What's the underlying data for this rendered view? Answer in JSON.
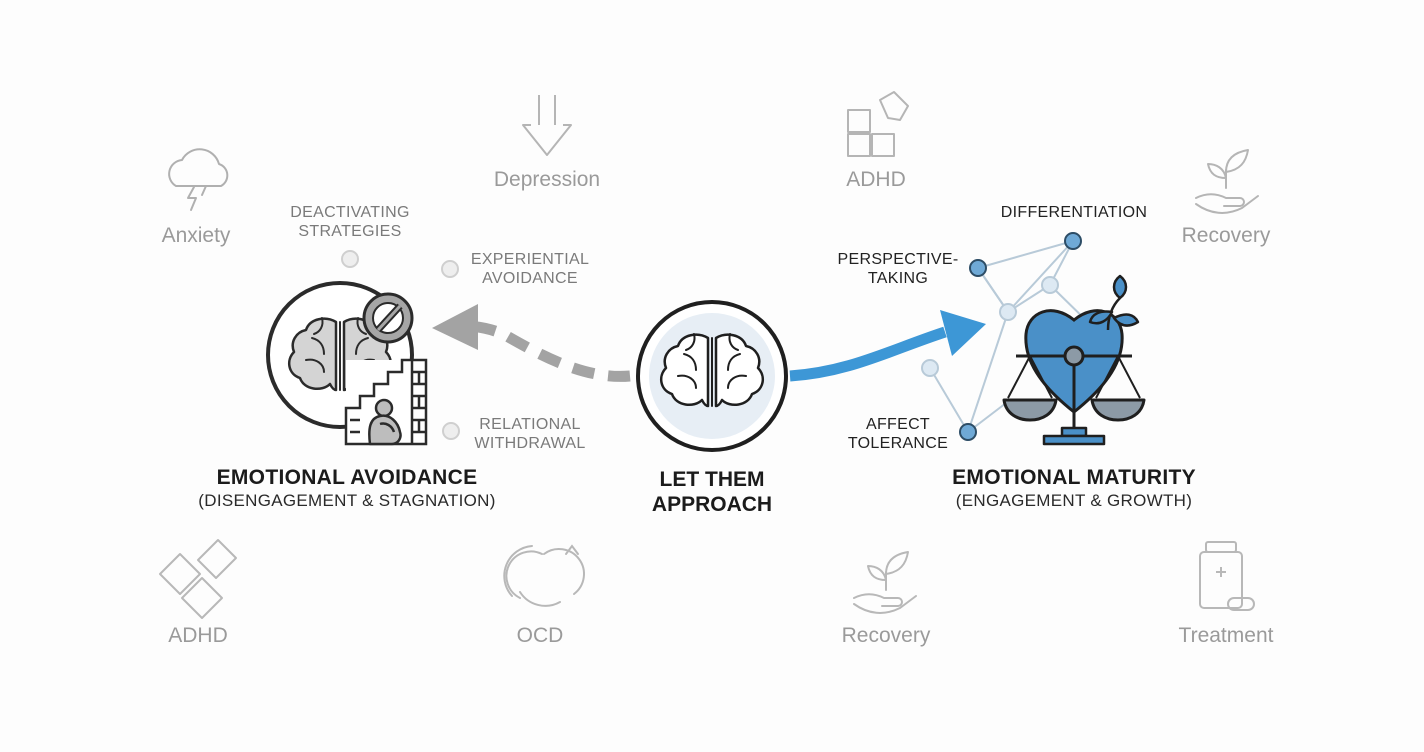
{
  "background_terms": [
    {
      "id": "anxiety",
      "label": "Anxiety",
      "icon": "storm-cloud-icon"
    },
    {
      "id": "depression",
      "label": "Depression",
      "icon": "down-arrow-icon"
    },
    {
      "id": "adhd_top",
      "label": "ADHD",
      "icon": "puzzle-icon"
    },
    {
      "id": "recovery_top",
      "label": "Recovery",
      "icon": "sprout-hand-icon"
    },
    {
      "id": "adhd_bottom",
      "label": "ADHD",
      "icon": "puzzle-icon"
    },
    {
      "id": "ocd",
      "label": "OCD",
      "icon": "loop-arrows-icon"
    },
    {
      "id": "recovery_bottom",
      "label": "Recovery",
      "icon": "sprout-hand-icon"
    },
    {
      "id": "treatment",
      "label": "Treatment",
      "icon": "pill-bottle-icon"
    }
  ],
  "avoidance": {
    "title": "EMOTIONAL AVOIDANCE",
    "subtitle": "(DISENGAGEMENT & STAGNATION)",
    "strategies": [
      {
        "line1": "DEACTIVATING",
        "line2": "STRATEGIES"
      },
      {
        "line1": "EXPERIENTIAL",
        "line2": "AVOIDANCE"
      },
      {
        "line1": "RELATIONAL",
        "line2": "WITHDRAWAL"
      }
    ],
    "icons": [
      "brain-icon",
      "prohibited-icon",
      "withdrawn-person-icon"
    ]
  },
  "center": {
    "line1": "LET THEM",
    "line2": "APPROACH",
    "icon": "brain-icon"
  },
  "maturity": {
    "title": "EMOTIONAL MATURITY",
    "subtitle": "(ENGAGEMENT & GROWTH)",
    "skills": [
      {
        "line1": "DIFFERENTIATION",
        "line2": ""
      },
      {
        "line1": "PERSPECTIVE-",
        "line2": "TAKING"
      },
      {
        "line1": "AFFECT",
        "line2": "TOLERANCE"
      }
    ],
    "icons": [
      "heart-icon",
      "balance-scale-icon",
      "sprout-icon",
      "network-icon"
    ]
  },
  "colors": {
    "accent_blue": "#3d97d6",
    "dark_stroke": "#2b2b2b",
    "faded_gray": "#a8a8a8",
    "arrow_gray": "#a3a3a3"
  }
}
